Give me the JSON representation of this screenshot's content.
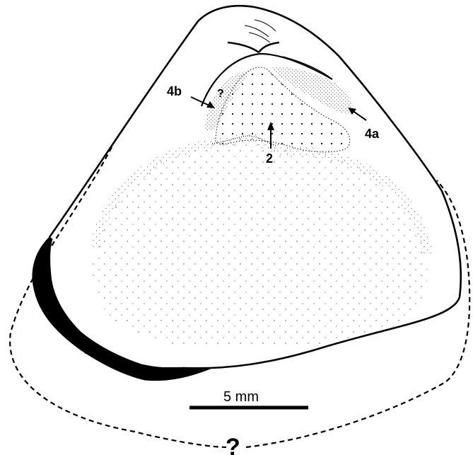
{
  "figure": {
    "labels": {
      "label_4b": "4b",
      "label_4a": "4a",
      "label_2": "2",
      "label_question_small": "?",
      "label_question_big": "?"
    },
    "scale_bar": {
      "label": "5 mm"
    },
    "colors": {
      "ink": "#000000",
      "background": "#ffffff"
    }
  }
}
